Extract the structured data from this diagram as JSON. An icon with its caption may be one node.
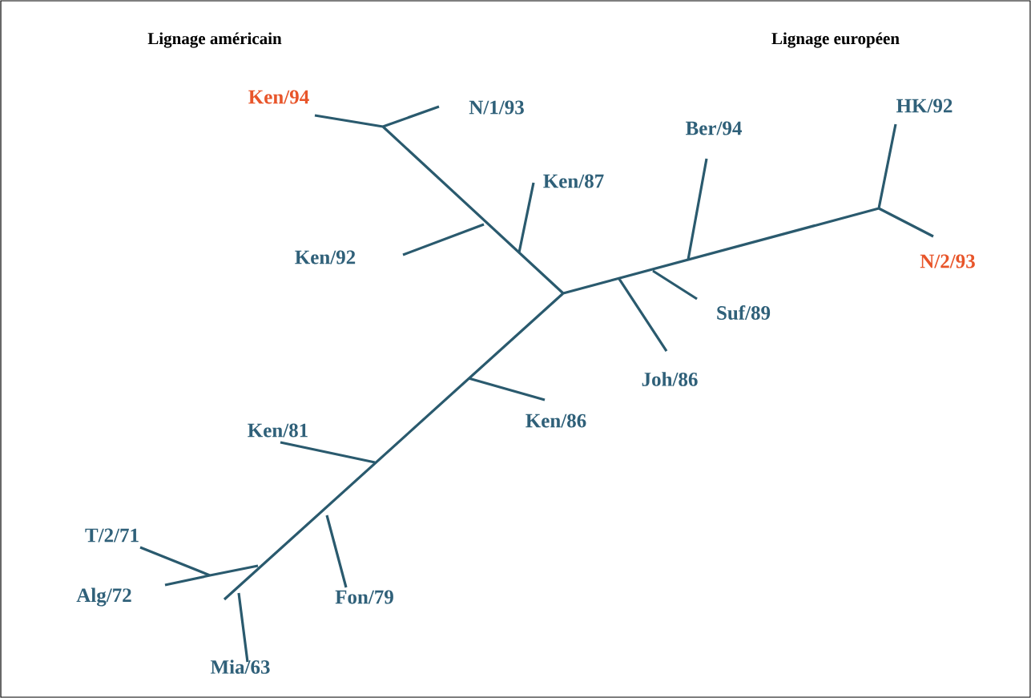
{
  "diagram": {
    "labels": [
      "Lignage américain",
      "Lignage européen",
      "Ken/94",
      "N/1/93",
      "HK/92",
      "Ber/94",
      "Ken/87",
      "Ken/92",
      "N/2/93",
      "Suf/89",
      "Joh/86",
      "Ken/86",
      "Ken/81",
      "T/2/71",
      "Alg/72",
      "Fon/79",
      "Mia/63"
    ]
  }
}
